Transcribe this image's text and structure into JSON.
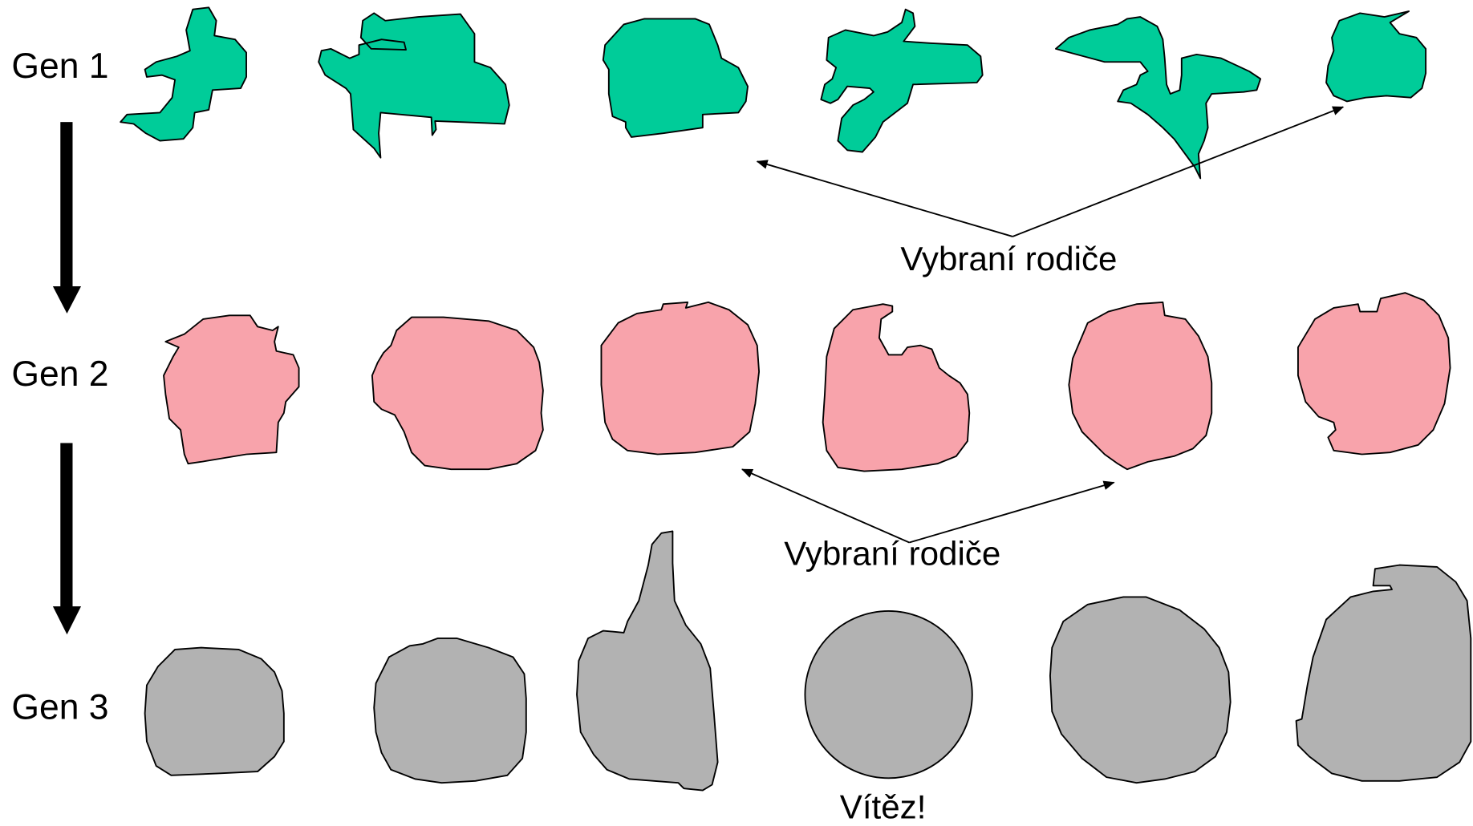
{
  "generations": [
    {
      "label": "Gen 1",
      "color": "#00cc99",
      "shape_count": 6
    },
    {
      "label": "Gen 2",
      "color": "#f8a3ab",
      "shape_count": 6
    },
    {
      "label": "Gen 3",
      "color": "#b2b2b2",
      "shape_count": 6
    }
  ],
  "annotations": {
    "parents_gen1": "Vybraní rodiče",
    "parents_gen2": "Vybraní rodiče",
    "winner": "Vítěz!"
  },
  "colors": {
    "outline": "#000000",
    "arrow": "#000000",
    "background": "#ffffff"
  }
}
